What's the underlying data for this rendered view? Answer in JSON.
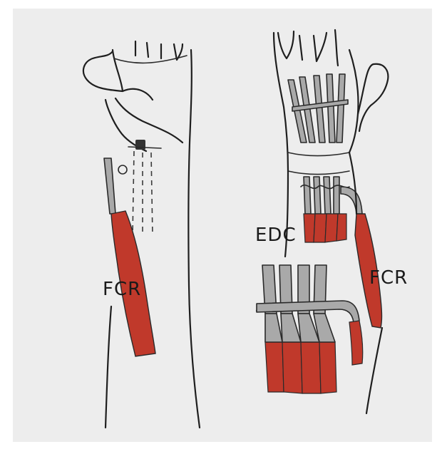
{
  "labels": {
    "left_fcr": "FCR",
    "right_edc": "EDC",
    "right_fcr": "FCR"
  },
  "colors": {
    "background": "#ffffff",
    "paper": "#ededed",
    "muscle": "#c0392b",
    "tendon": "#a9a9a9",
    "ink": "#1f1f1f"
  }
}
